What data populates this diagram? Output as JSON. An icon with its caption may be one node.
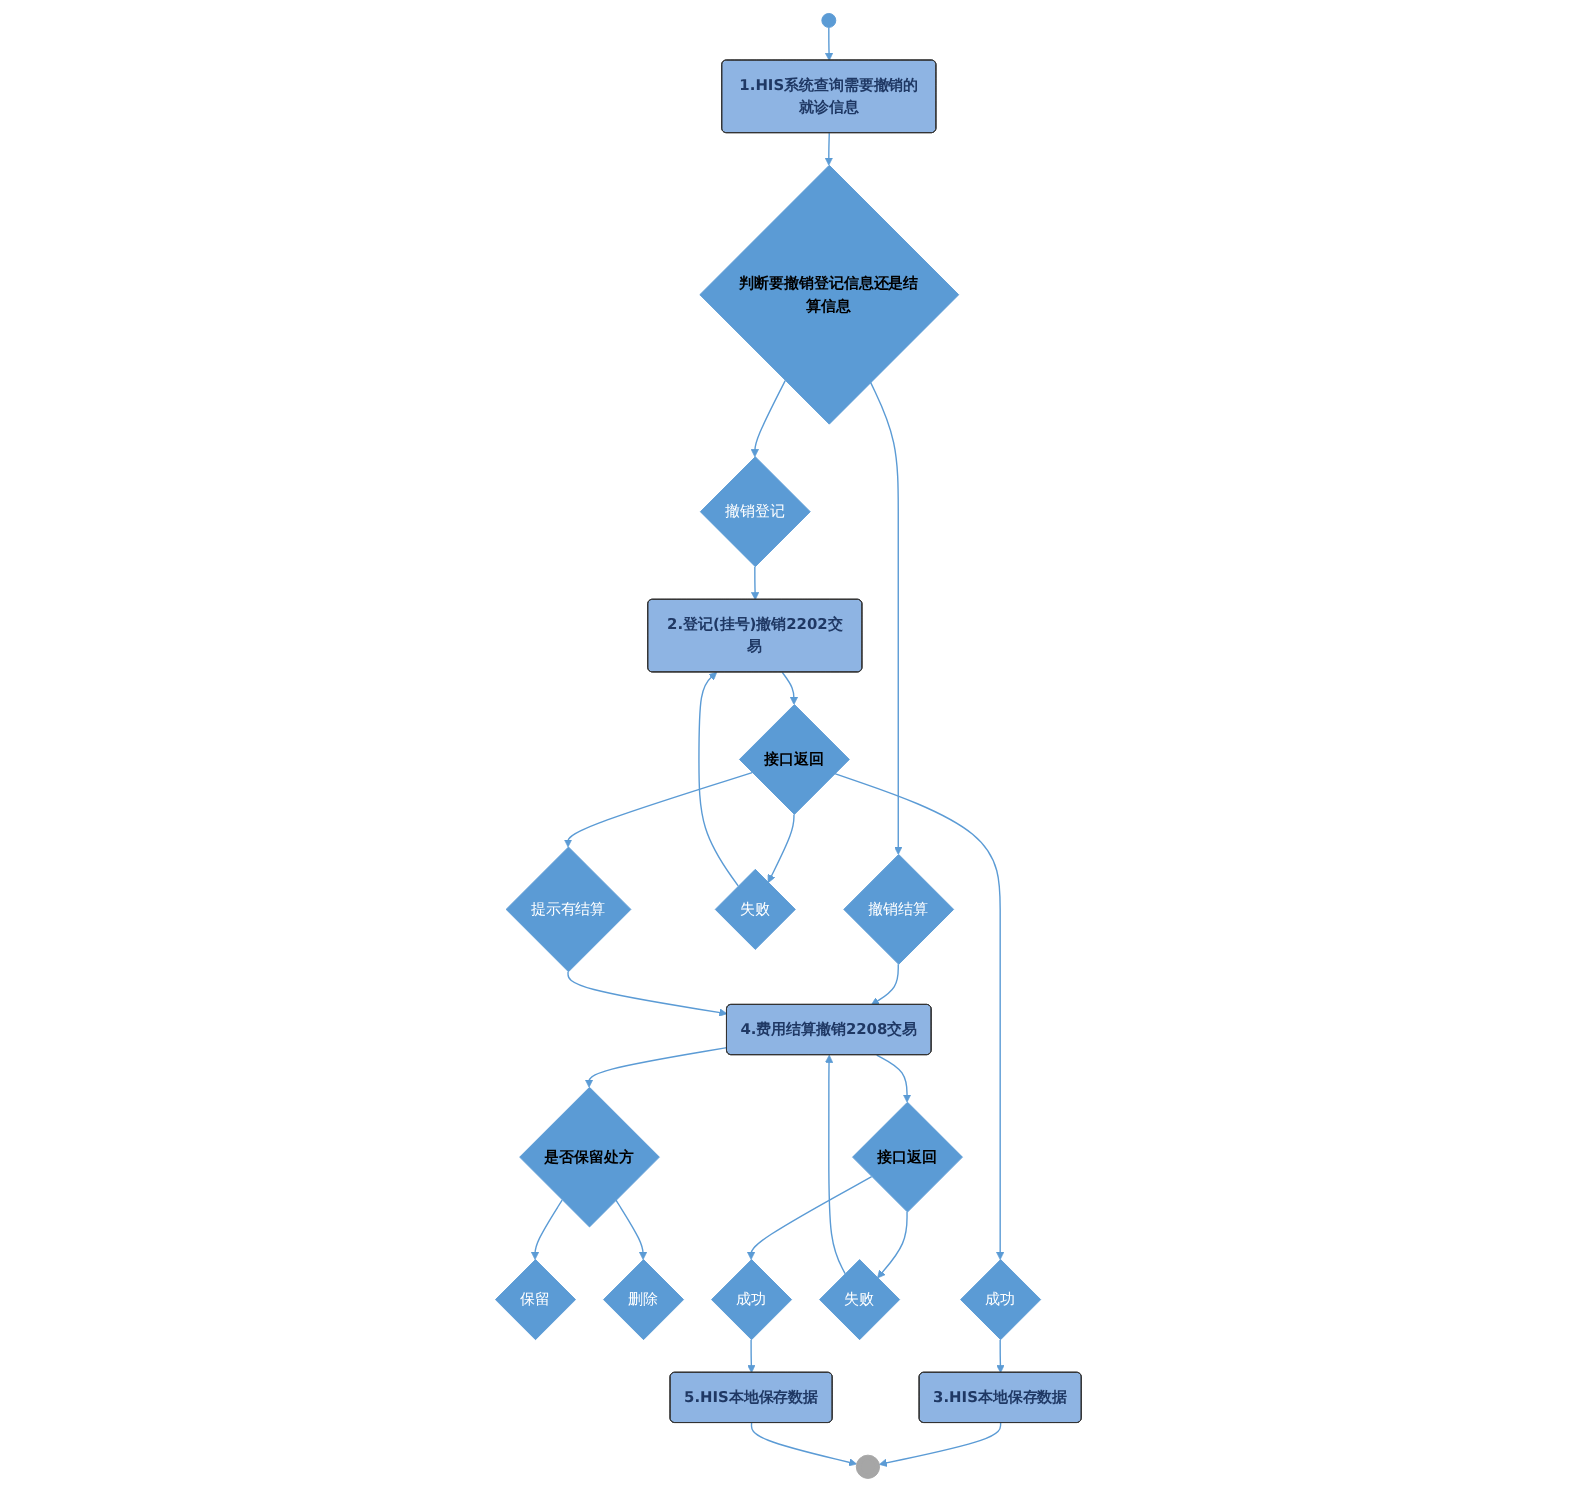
{
  "diagram": {
    "nodes": [
      {
        "text": [],
        "shape": "circle"
      },
      {
        "text": [
          "1.HIS系统查询需要撤销的就诊信息"
        ]
      },
      {
        "text": [
          "判断要撤销登记信息还是结算信息"
        ]
      },
      {
        "text": [
          "撤销登记"
        ]
      },
      {
        "text": [
          "撤销结算"
        ]
      },
      {
        "text": [
          "2.登记(挂号)撤销2202交易"
        ]
      },
      {
        "text": [
          "4.费用结算撤销2208交易"
        ]
      },
      {
        "text": [
          "是否保留处方"
        ]
      },
      {
        "text": [
          "保留"
        ]
      },
      {
        "text": [
          "删除"
        ]
      },
      {
        "text": [
          "接口返回"
        ]
      },
      {
        "text": [
          "失败"
        ]
      },
      {
        "text": [
          "提示有结算"
        ]
      },
      {
        "text": [
          "成功"
        ]
      },
      {
        "text": [
          "3.HIS本地保存数据"
        ]
      },
      {
        "text": [
          "接口返回"
        ]
      },
      {
        "text": [
          "失败"
        ]
      },
      {
        "text": [
          "成功"
        ]
      },
      {
        "text": [
          "5.HIS本地保存数据"
        ]
      },
      {
        "text": [],
        "shape": "circle"
      }
    ],
    "edges": [
      {
        "from": 0,
        "to": 1,
        "arrow": "to"
      },
      {
        "from": 1,
        "to": 2,
        "arrow": "to"
      },
      {
        "from": 2,
        "to": 3,
        "arrow": "to"
      },
      {
        "from": 2,
        "to": 4,
        "arrow": "to"
      },
      {
        "from": 3,
        "to": 5,
        "arrow": "to"
      },
      {
        "from": 4,
        "to": 6,
        "arrow": "to"
      },
      {
        "from": 6,
        "to": 7,
        "arrow": "to"
      },
      {
        "from": 7,
        "to": 8,
        "arrow": "to"
      },
      {
        "from": 7,
        "to": 9,
        "arrow": "to"
      },
      {
        "from": 5,
        "to": 10,
        "arrow": "to"
      },
      {
        "from": 10,
        "to": 11,
        "arrow": "to"
      },
      {
        "from": 10,
        "to": 12,
        "arrow": "to"
      },
      {
        "from": 11,
        "to": 5,
        "arrow": "to"
      },
      {
        "from": 12,
        "to": 6,
        "arrow": "to"
      },
      {
        "from": 10,
        "to": 13,
        "arrow": "to"
      },
      {
        "from": 13,
        "to": 14,
        "arrow": "to"
      },
      {
        "from": 6,
        "to": 15,
        "arrow": "to"
      },
      {
        "from": 15,
        "to": 16,
        "arrow": "to"
      },
      {
        "from": 16,
        "to": 6,
        "arrow": "to"
      },
      {
        "from": 15,
        "to": 17,
        "arrow": "to"
      },
      {
        "from": 17,
        "to": 18,
        "arrow": "to"
      },
      {
        "from": 14,
        "to": 19,
        "arrow": "to"
      },
      {
        "from": 18,
        "to": 19,
        "arrow": "to"
      }
    ]
  }
}
